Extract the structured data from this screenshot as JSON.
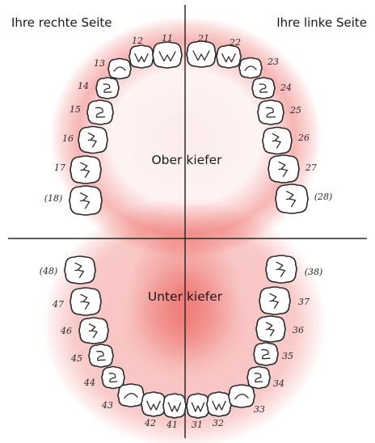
{
  "labels": {
    "patient_right": "Ihre rechte Seite",
    "patient_left": "Ihre linke Seite",
    "upper_jaw": "Ober kiefer",
    "lower_jaw": "Unter kiefer"
  },
  "colors": {
    "gum_red": "#e8403a",
    "line": "#2a2a2a",
    "tooth_fill": "#ffffff"
  },
  "teeth": [
    {
      "id": "18",
      "label": "(18)",
      "kind": "molar"
    },
    {
      "id": "17",
      "label": "17",
      "kind": "molar"
    },
    {
      "id": "16",
      "label": "16",
      "kind": "molar"
    },
    {
      "id": "15",
      "label": "15",
      "kind": "premolar"
    },
    {
      "id": "14",
      "label": "14",
      "kind": "premolar"
    },
    {
      "id": "13",
      "label": "13",
      "kind": "canine"
    },
    {
      "id": "12",
      "label": "12",
      "kind": "incisor"
    },
    {
      "id": "11",
      "label": "11",
      "kind": "incisor"
    },
    {
      "id": "21",
      "label": "21",
      "kind": "incisor"
    },
    {
      "id": "22",
      "label": "22",
      "kind": "incisor"
    },
    {
      "id": "23",
      "label": "23",
      "kind": "canine"
    },
    {
      "id": "24",
      "label": "24",
      "kind": "premolar"
    },
    {
      "id": "25",
      "label": "25",
      "kind": "premolar"
    },
    {
      "id": "26",
      "label": "26",
      "kind": "molar"
    },
    {
      "id": "27",
      "label": "27",
      "kind": "molar"
    },
    {
      "id": "28",
      "label": "(28)",
      "kind": "molar"
    },
    {
      "id": "48",
      "label": "(48)",
      "kind": "molar"
    },
    {
      "id": "47",
      "label": "47",
      "kind": "molar"
    },
    {
      "id": "46",
      "label": "46",
      "kind": "molar"
    },
    {
      "id": "45",
      "label": "45",
      "kind": "premolar"
    },
    {
      "id": "44",
      "label": "44",
      "kind": "premolar"
    },
    {
      "id": "43",
      "label": "43",
      "kind": "canine"
    },
    {
      "id": "42",
      "label": "42",
      "kind": "incisor"
    },
    {
      "id": "41",
      "label": "41",
      "kind": "incisor"
    },
    {
      "id": "31",
      "label": "31",
      "kind": "incisor"
    },
    {
      "id": "32",
      "label": "32",
      "kind": "incisor"
    },
    {
      "id": "33",
      "label": "33",
      "kind": "canine"
    },
    {
      "id": "34",
      "label": "34",
      "kind": "premolar"
    },
    {
      "id": "35",
      "label": "35",
      "kind": "premolar"
    },
    {
      "id": "36",
      "label": "36",
      "kind": "molar"
    },
    {
      "id": "37",
      "label": "37",
      "kind": "molar"
    },
    {
      "id": "38",
      "label": "(38)",
      "kind": "molar"
    }
  ]
}
